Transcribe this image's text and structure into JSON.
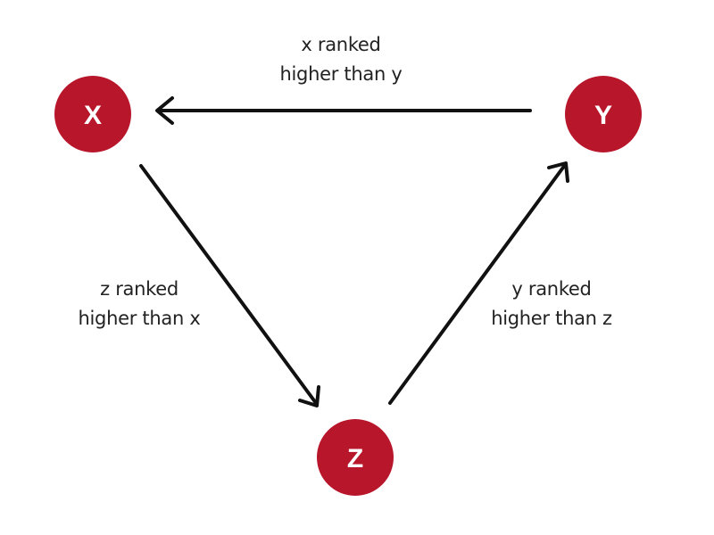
{
  "colors": {
    "node_fill": "#b8162b",
    "node_text": "#ffffff",
    "arrow": "#111111",
    "label_text": "#222222"
  },
  "nodes": {
    "x": {
      "label": "X"
    },
    "y": {
      "label": "Y"
    },
    "z": {
      "label": "Z"
    }
  },
  "edges": {
    "y_to_x": {
      "line1": "x ranked",
      "line2": "higher than y"
    },
    "x_to_z": {
      "line1": "z ranked",
      "line2": "higher than x"
    },
    "z_to_y": {
      "line1": "y ranked",
      "line2": "higher than z"
    }
  }
}
